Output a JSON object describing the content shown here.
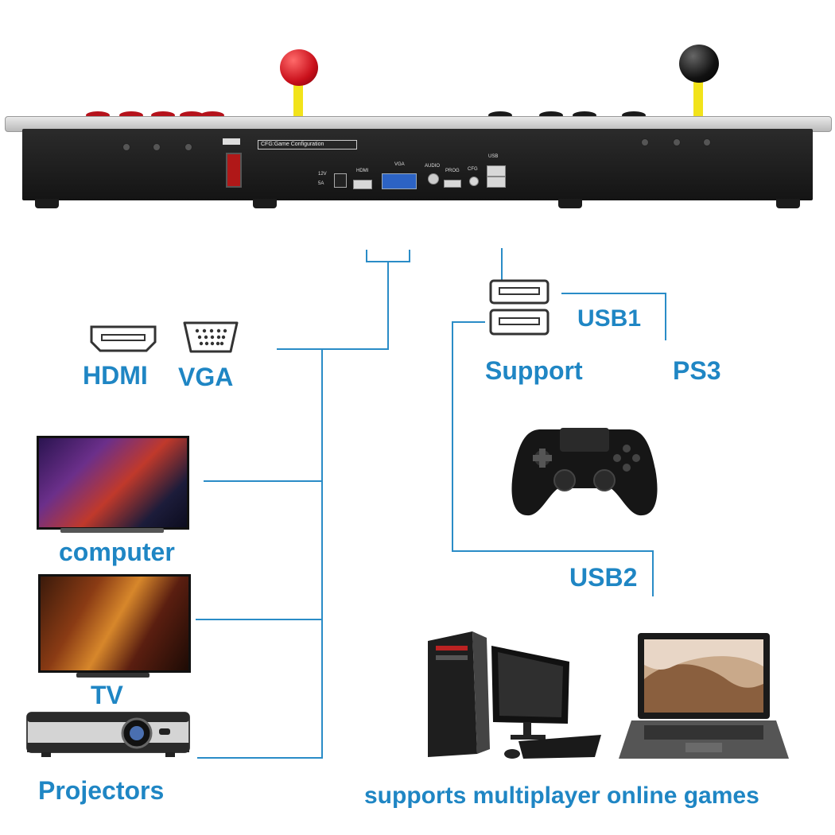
{
  "console": {
    "panel_title": "CFG:Game Configuration",
    "port_labels": [
      "12V",
      "5A",
      "HDMI",
      "VGA",
      "AUDIO",
      "PROG",
      "CFG",
      "USB"
    ]
  },
  "labels": {
    "hdmi": "HDMI",
    "vga": "VGA",
    "usb1": "USB1",
    "support": "Support",
    "ps3": "PS3",
    "usb2": "USB2",
    "computer": "computer",
    "tv": "TV",
    "projectors": "Projectors",
    "multiplayer": "supports multiplayer online games"
  },
  "colors": {
    "accent": "#1f86c4",
    "line": "#2a8cc7",
    "joystick_left": "#d7141f",
    "joystick_right": "#111111",
    "joystick_shaft": "#f2e31a"
  },
  "icons": [
    "hdmi-port-icon",
    "vga-port-icon",
    "usb-port-icon",
    "gamepad-icon",
    "desktop-pc-icon",
    "laptop-icon",
    "monitor-icon",
    "tv-icon",
    "projector-icon"
  ]
}
